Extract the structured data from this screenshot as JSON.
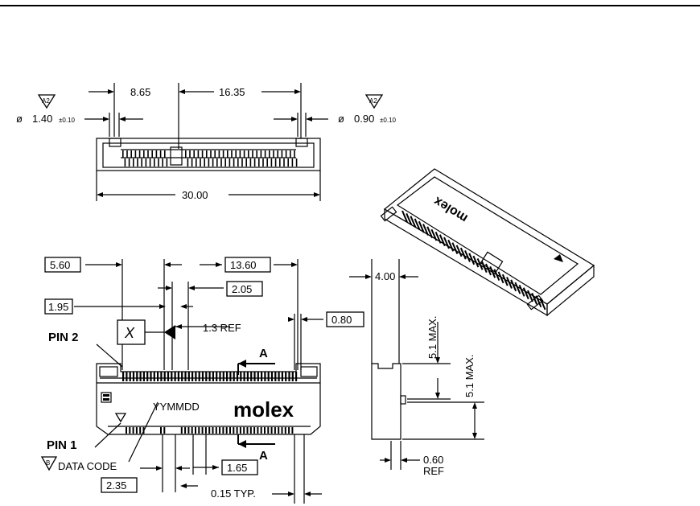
{
  "top_view": {
    "dim_8_65": "8.65",
    "dim_16_35": "16.35",
    "dim_30_00": "30.00",
    "hole_left": {
      "symbol": "ø",
      "value": "1.40",
      "tol": "±0.10",
      "flag": "A2"
    },
    "hole_right": {
      "symbol": "ø",
      "value": "0.90",
      "tol": "±0.10",
      "flag": "A2"
    }
  },
  "front_view": {
    "dim_5_60": "5.60",
    "dim_13_60": "13.60",
    "dim_2_05": "2.05",
    "dim_1_95": "1.95",
    "dim_0_80": "0.80",
    "datum_x": "X",
    "ref_1_3": "1.3 REF",
    "pin2_label": "PIN 2",
    "pin1_label": "PIN 1",
    "section_a_top": "A",
    "section_a_bottom": "A",
    "date_code_text": "YYMMDD",
    "brand_text": "molex",
    "data_code_flag": "B",
    "data_code_label": "DATA CODE",
    "dim_2_35": "2.35",
    "dim_1_65": "1.65",
    "dim_0_15": "0.15 TYP."
  },
  "side_view": {
    "dim_4_00": "4.00",
    "dim_5_1_a": "5.1 MAX.",
    "dim_5_1_b": "5.1 MAX.",
    "dim_0_60": "0.60",
    "ref_label": "REF"
  },
  "iso_view": {
    "brand_text": "molex"
  }
}
